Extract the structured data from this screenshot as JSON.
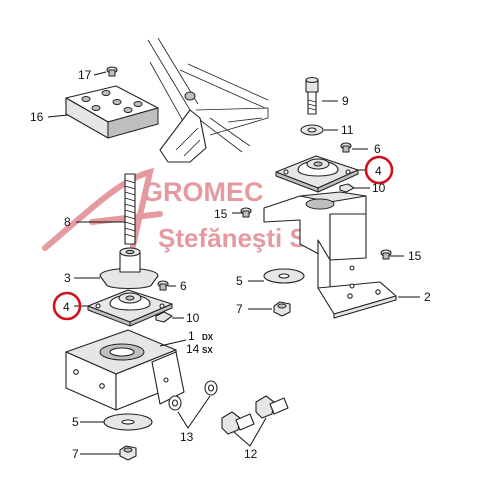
{
  "diagram": {
    "callouts": {
      "c1": "1",
      "c1_suffix": "DX",
      "c2": "2",
      "c3": "3",
      "c4_left": "4",
      "c4_right": "4",
      "c5_left": "5",
      "c5_right": "5",
      "c6_left": "6",
      "c6_right": "6",
      "c7_left": "7",
      "c7_right": "7",
      "c8": "8",
      "c9": "9",
      "c10_left": "10",
      "c10_right": "10",
      "c11": "11",
      "c12": "12",
      "c13": "13",
      "c14": "14",
      "c14_suffix": "SX",
      "c15_left": "15",
      "c15_right": "15",
      "c16": "16",
      "c17": "17"
    },
    "watermark": {
      "line1": "GROMEC",
      "line2": "Ştefăneşti S.A."
    },
    "highlight_color": "#d0101a",
    "watermark_color": "#e59aa0"
  }
}
